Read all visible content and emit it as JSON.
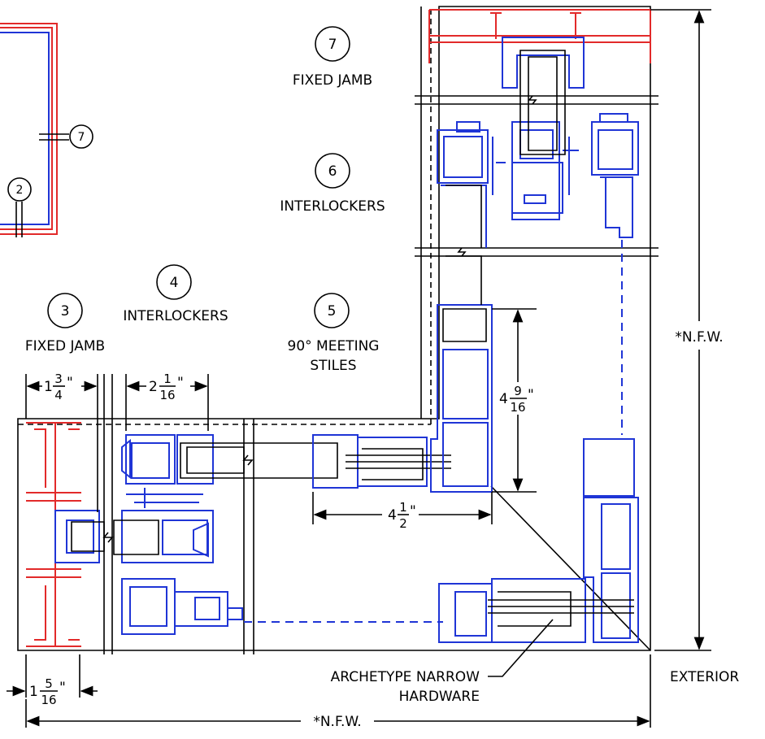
{
  "labels": {
    "l3": {
      "num": "3",
      "text": "FIXED JAMB"
    },
    "l4": {
      "num": "4",
      "text": "INTERLOCKERS"
    },
    "l5": {
      "num": "5",
      "line1": "90° MEETING",
      "line2": "STILES"
    },
    "l6": {
      "num": "6",
      "text": "INTERLOCKERS"
    },
    "l7": {
      "num": "7",
      "text": "FIXED JAMB"
    },
    "hw": {
      "line1": "ARCHETYPE NARROW",
      "line2": "HARDWARE"
    },
    "exterior": "EXTERIOR",
    "nfw_bottom": "*N.F.W.",
    "nfw_right": "*N.F.W.",
    "ref7": "7",
    "ref2": "2"
  },
  "dimensions": {
    "d1": {
      "whole": "1",
      "num": "3",
      "den": "4",
      "unit": "\""
    },
    "d2": {
      "whole": "2",
      "num": "1",
      "den": "16",
      "unit": "\""
    },
    "d3": {
      "whole": "4",
      "num": "9",
      "den": "16",
      "unit": "\""
    },
    "d4": {
      "whole": "4",
      "num": "1",
      "den": "2",
      "unit": "\""
    },
    "d5": {
      "whole": "1",
      "num": "5",
      "den": "16",
      "unit": "\""
    }
  },
  "colors": {
    "frame": "#e22a2a",
    "profile": "#1f35d6",
    "line": "#000000"
  }
}
